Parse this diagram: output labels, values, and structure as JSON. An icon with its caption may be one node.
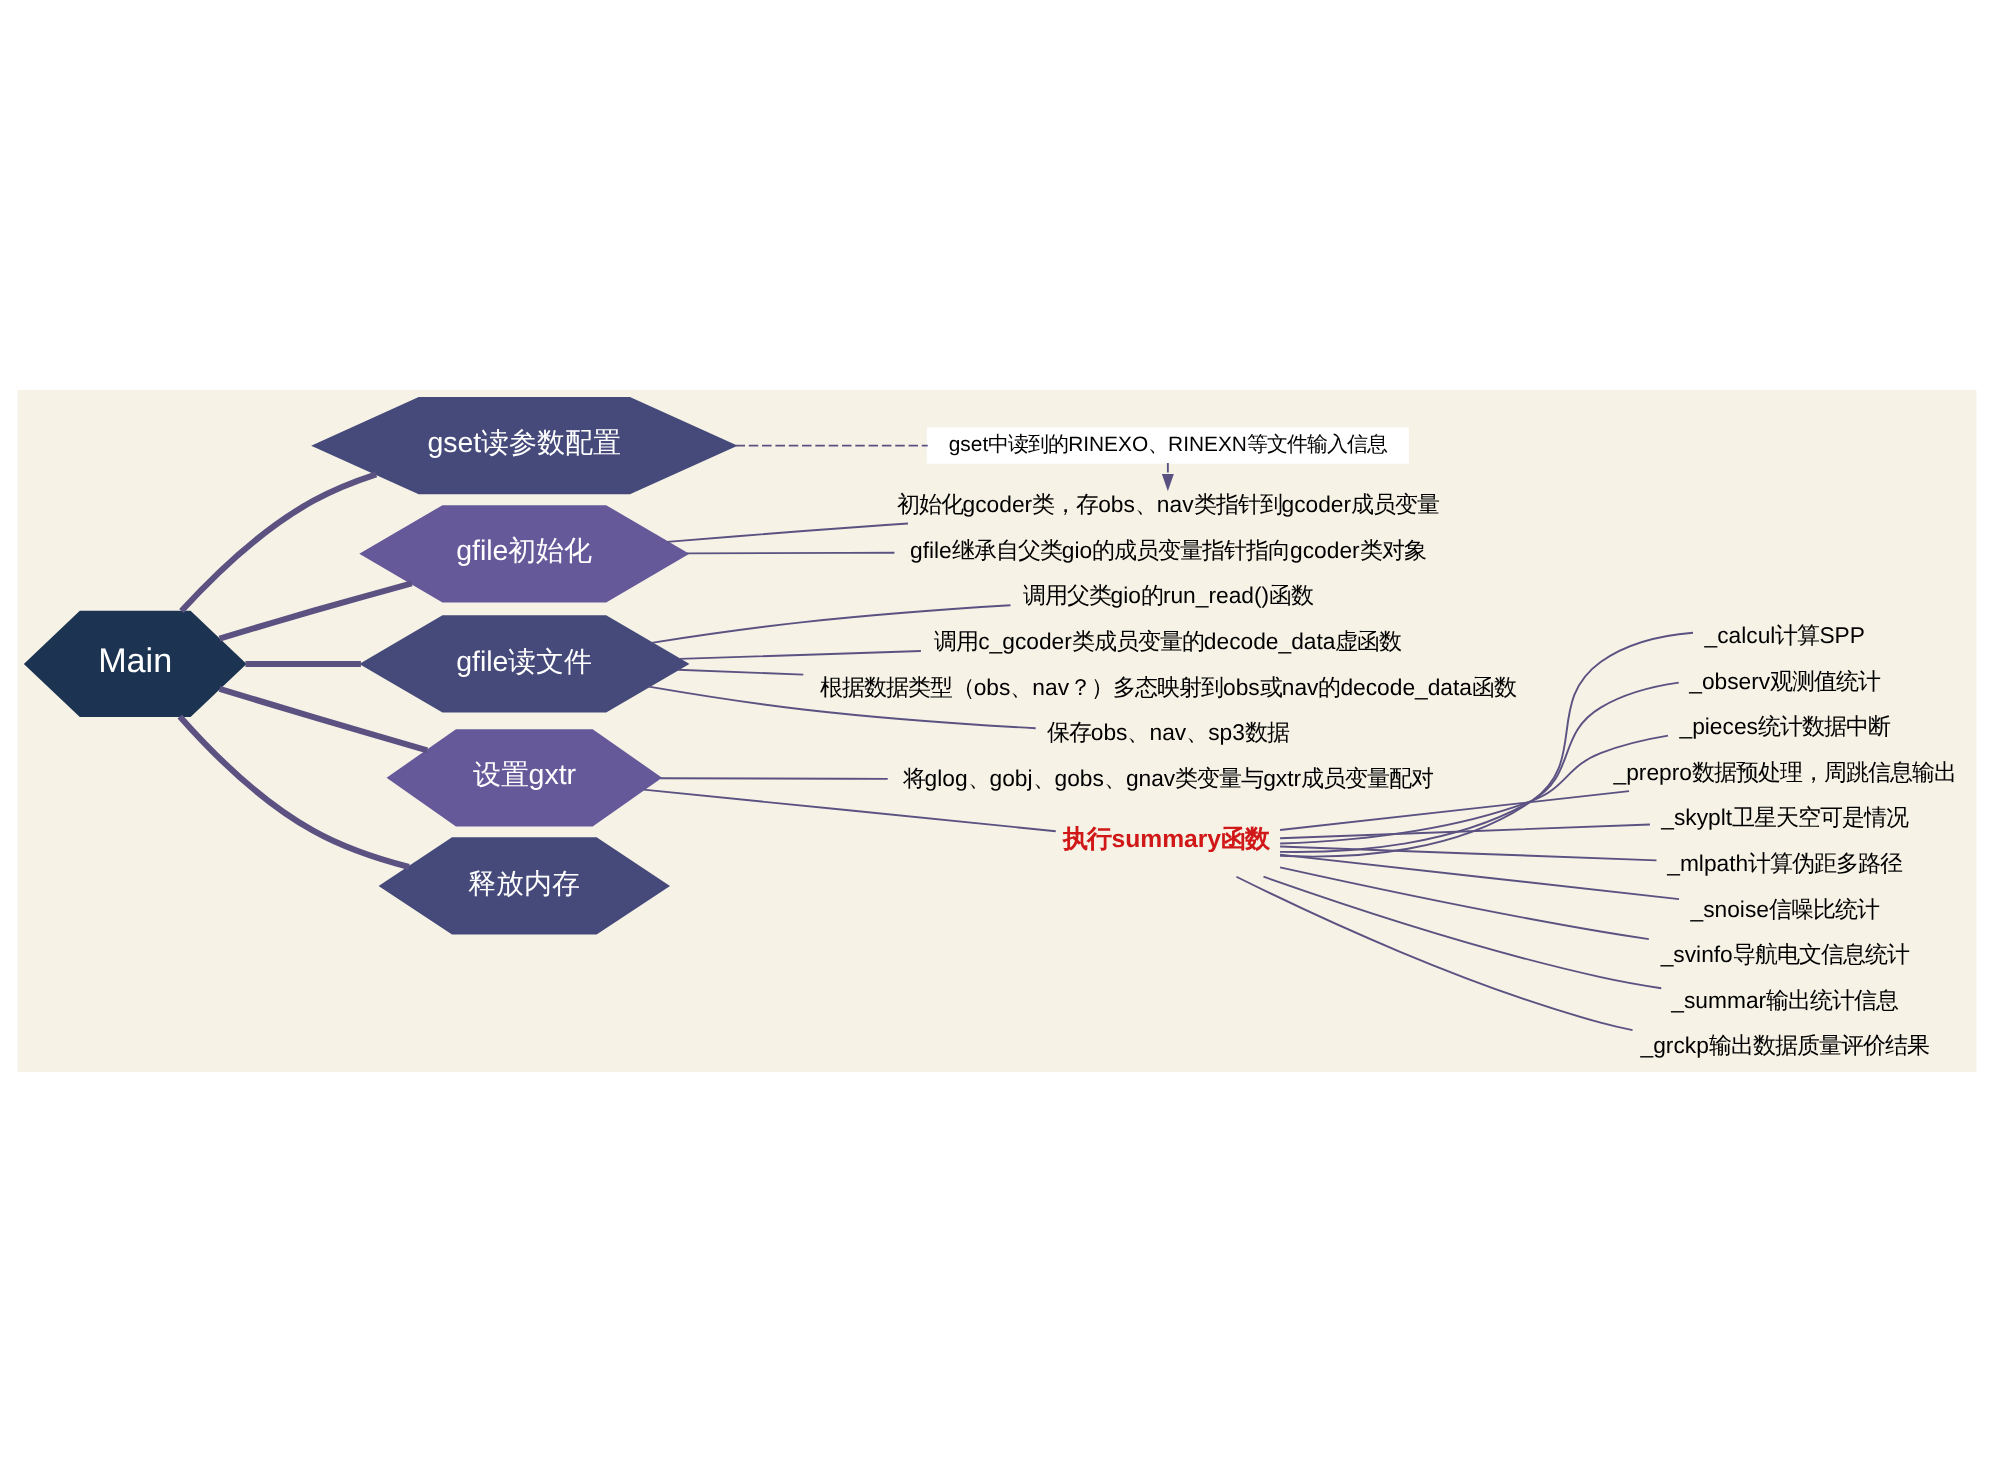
{
  "diagram": {
    "nodes": [
      {
        "text": [
          "Main"
        ]
      },
      {
        "text": [
          "gset读参数配置"
        ]
      },
      {
        "text": [
          "gset中读到的RINEXO、RINEXN等文件输入信息"
        ]
      },
      {
        "text": [
          "gfile初始化"
        ]
      },
      {
        "text": [
          "初始化gcoder类，存obs、nav类指针到gcoder成员变量"
        ]
      },
      {
        "text": [
          "gfile继承自父类gio的成员变量指针指向gcoder类对象"
        ]
      },
      {
        "text": [
          "gfile读文件"
        ]
      },
      {
        "text": [
          "调用父类gio的run_read()函数"
        ]
      },
      {
        "text": [
          "调用c_gcoder类成员变量的decode_data虚函数"
        ]
      },
      {
        "text": [
          "根据数据类型（obs、nav？）多态映射到obs或nav的decode_data函数"
        ]
      },
      {
        "text": [
          "保存obs、nav、sp3数据"
        ]
      },
      {
        "text": [
          "设置gxtr"
        ]
      },
      {
        "text": [
          "将glog、gobj、gobs、gnav类变量与gxtr成员变量配对"
        ]
      },
      {
        "text": [
          "执行summary函数"
        ]
      },
      {
        "text": [
          "_calcul计算SPP"
        ]
      },
      {
        "text": [
          "_observ观测值统计"
        ]
      },
      {
        "text": [
          "_pieces统计数据中断"
        ]
      },
      {
        "text": [
          "_prepro数据预处理，周跳信息输出"
        ]
      },
      {
        "text": [
          "_skyplt卫星天空可是情况"
        ]
      },
      {
        "text": [
          "_mlpath计算伪距多路径"
        ]
      },
      {
        "text": [
          "_snoise信噪比统计"
        ]
      },
      {
        "text": [
          "_svinfo导航电文信息统计"
        ]
      },
      {
        "text": [
          "_summar输出统计信息"
        ]
      },
      {
        "text": [
          "_grckp输出数据质量评价结果"
        ]
      },
      {
        "text": [
          "释放内存"
        ]
      }
    ],
    "edges": [
      {
        "from": 0,
        "to": 1,
        "arrow": "none",
        "style": "thick"
      },
      {
        "from": 0,
        "to": 3,
        "arrow": "none",
        "style": "thick"
      },
      {
        "from": 0,
        "to": 6,
        "arrow": "none",
        "style": "thick"
      },
      {
        "from": 0,
        "to": 11,
        "arrow": "none",
        "style": "thick"
      },
      {
        "from": 0,
        "to": 24,
        "arrow": "none",
        "style": "thick"
      },
      {
        "from": 1,
        "to": 2,
        "arrow": "none",
        "style": "dashed"
      },
      {
        "from": 2,
        "to": 4,
        "arrow": "to",
        "style": "dashed"
      },
      {
        "from": 3,
        "to": 4,
        "arrow": "none"
      },
      {
        "from": 3,
        "to": 5,
        "arrow": "none"
      },
      {
        "from": 6,
        "to": 7,
        "arrow": "none"
      },
      {
        "from": 6,
        "to": 8,
        "arrow": "none"
      },
      {
        "from": 6,
        "to": 9,
        "arrow": "none"
      },
      {
        "from": 6,
        "to": 10,
        "arrow": "none"
      },
      {
        "from": 11,
        "to": 12,
        "arrow": "none"
      },
      {
        "from": 11,
        "to": 13,
        "arrow": "none"
      },
      {
        "from": 13,
        "to": 14,
        "arrow": "none"
      },
      {
        "from": 13,
        "to": 15,
        "arrow": "none"
      },
      {
        "from": 13,
        "to": 16,
        "arrow": "none"
      },
      {
        "from": 13,
        "to": 17,
        "arrow": "none"
      },
      {
        "from": 13,
        "to": 18,
        "arrow": "none"
      },
      {
        "from": 13,
        "to": 19,
        "arrow": "none"
      },
      {
        "from": 13,
        "to": 20,
        "arrow": "none"
      },
      {
        "from": 13,
        "to": 21,
        "arrow": "none"
      },
      {
        "from": 13,
        "to": 22,
        "arrow": "none"
      },
      {
        "from": 13,
        "to": 23,
        "arrow": "none"
      }
    ]
  }
}
